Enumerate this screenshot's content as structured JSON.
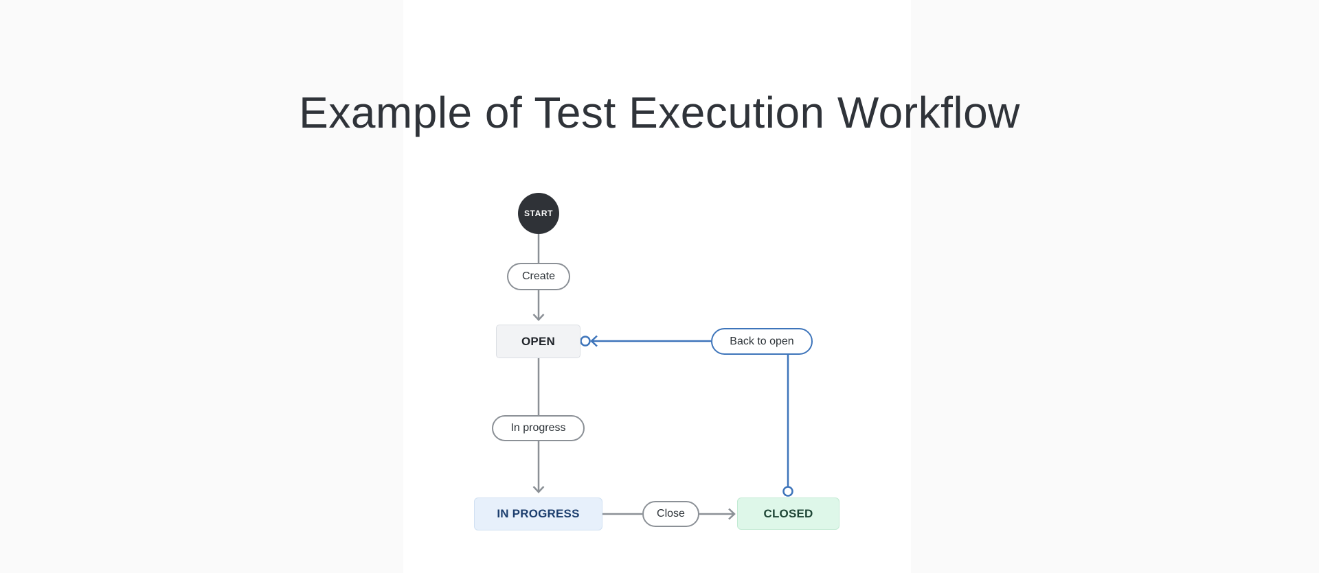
{
  "page": {
    "title": "Example of Test Execution Workflow"
  },
  "diagram": {
    "start": {
      "label": "START"
    },
    "statuses": [
      {
        "id": "open",
        "label": "OPEN",
        "category": "todo"
      },
      {
        "id": "in-progress",
        "label": "IN PROGRESS",
        "category": "in-progress"
      },
      {
        "id": "closed",
        "label": "CLOSED",
        "category": "done"
      }
    ],
    "transitions": [
      {
        "label": "Create",
        "from": "start",
        "to": "open",
        "highlighted": false
      },
      {
        "label": "In progress",
        "from": "open",
        "to": "in-progress",
        "highlighted": false
      },
      {
        "label": "Close",
        "from": "in-progress",
        "to": "closed",
        "highlighted": false
      },
      {
        "label": "Back to open",
        "from": "closed",
        "to": "open",
        "highlighted": true
      }
    ]
  },
  "colors": {
    "page_background": "#fafafa",
    "panel_background": "#ffffff",
    "title_text": "#2f3339",
    "start_node": "#2f3237",
    "connector_gray": "#8b9096",
    "connector_blue": "#3d74ba",
    "status_todo_bg": "#f2f3f5",
    "status_todo_text": "#1f2329",
    "status_inprogress_bg": "#e7f0fb",
    "status_inprogress_text": "#1c3e6e",
    "status_done_bg": "#def7e9",
    "status_done_text": "#1e4636"
  }
}
